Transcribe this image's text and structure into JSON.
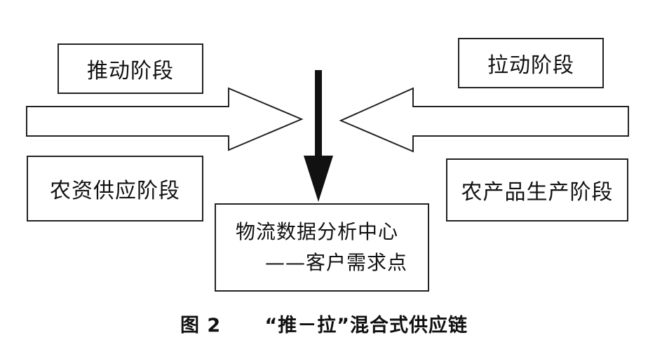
{
  "boxes": {
    "push_stage": "推动阶段",
    "pull_stage": "拉动阶段",
    "agri_supply_stage": "农资供应阶段",
    "agri_production_stage": "农产品生产阶段",
    "center_title": "物流数据分析中心",
    "center_subtitle": "——客户需求点"
  },
  "caption": {
    "figure_number": "图 2",
    "text": "“推－拉”混合式供应链"
  }
}
